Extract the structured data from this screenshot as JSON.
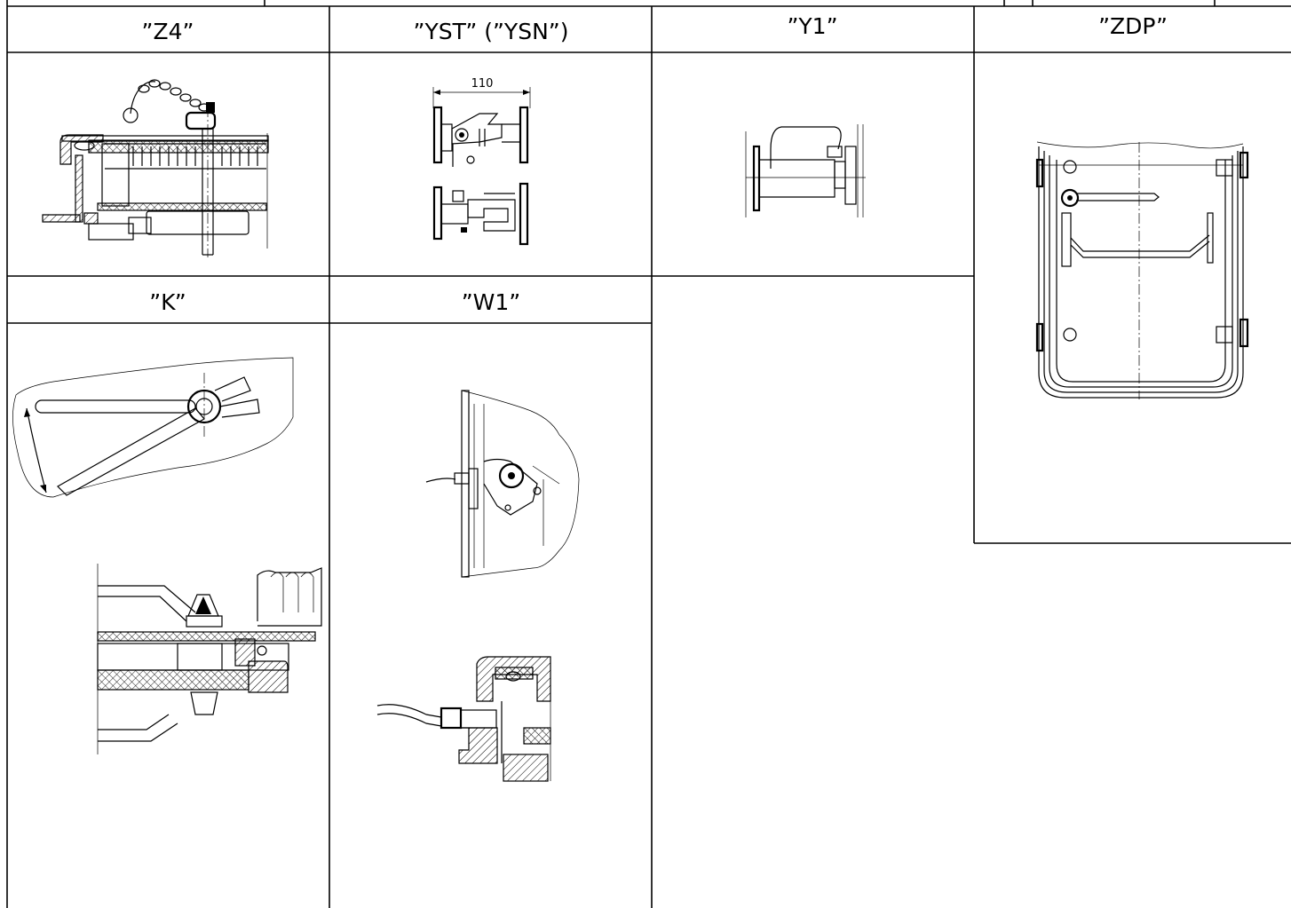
{
  "sheet": {
    "panels": {
      "z4": {
        "label": "”Z4”"
      },
      "yst": {
        "label": "”YST” (”YSN”)",
        "dimension": "110"
      },
      "y1": {
        "label": "”Y1”"
      },
      "zdp": {
        "label": "”ZDP”"
      },
      "k": {
        "label": "”K”"
      },
      "w1": {
        "label": "”W1”"
      }
    }
  }
}
